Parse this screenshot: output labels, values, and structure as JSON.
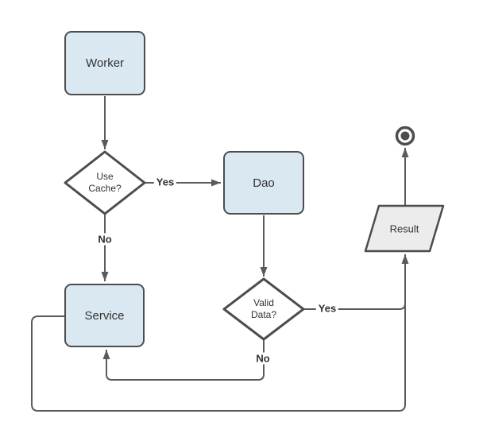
{
  "diagram": {
    "nodes": {
      "worker": {
        "label": "Worker",
        "type": "process"
      },
      "use_cache": {
        "label": "Use Cache?",
        "type": "decision"
      },
      "dao": {
        "label": "Dao",
        "type": "process"
      },
      "service": {
        "label": "Service",
        "type": "process"
      },
      "valid_data": {
        "label": "Valid Data?",
        "type": "decision"
      },
      "result": {
        "label": "Result",
        "type": "data"
      },
      "end_state": {
        "icon": "end-state-icon"
      }
    },
    "edge_labels": {
      "use_cache_yes": "Yes",
      "use_cache_no": "No",
      "valid_data_yes": "Yes",
      "valid_data_no": "No"
    },
    "colors": {
      "background": "#ffffff",
      "process_fill": "#d9e8f1",
      "decision_fill": "#ffffff",
      "result_fill": "#ececec",
      "shape_border": "#4d4d4d",
      "connector": "#5b5b5b",
      "text": "#333333"
    }
  }
}
